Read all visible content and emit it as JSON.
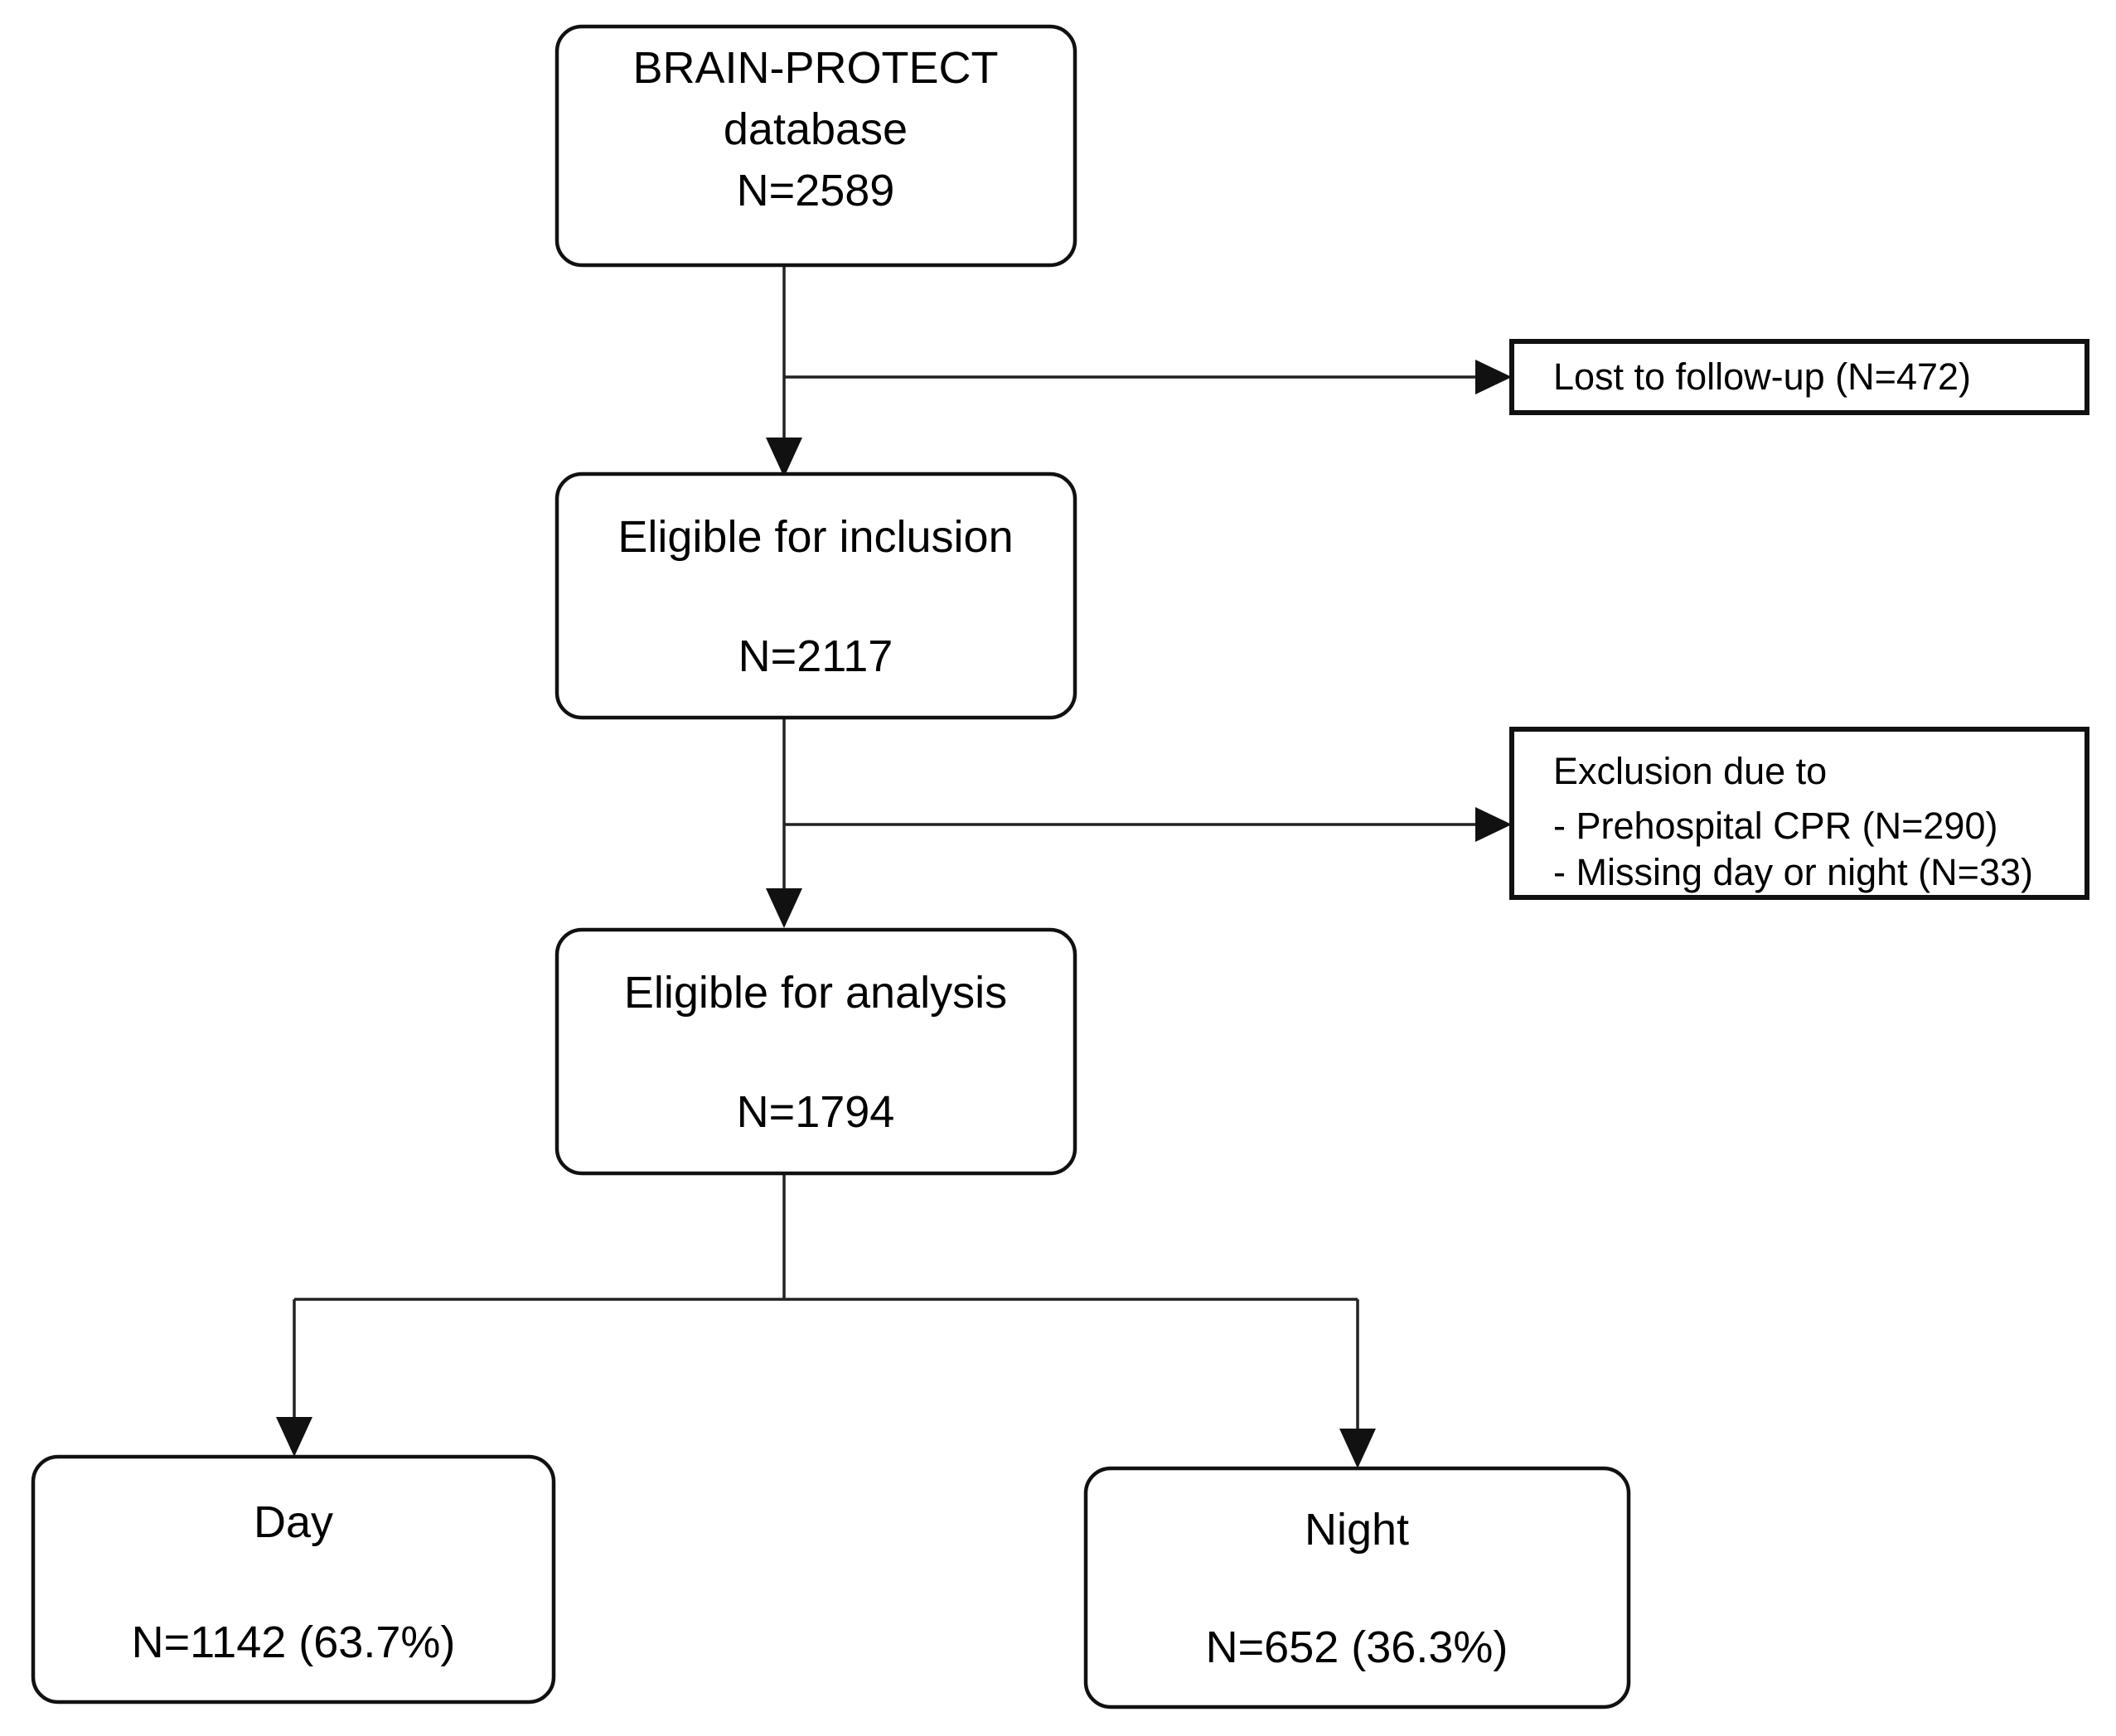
{
  "figure": {
    "kind": "study-flow-diagram",
    "background_color": "#ffffff",
    "line_color": "#222222",
    "text_color": "#000000",
    "box_border_color": "#111111"
  },
  "nodes": {
    "database": {
      "id": "database",
      "shape": "rounded-rectangle",
      "line1": "BRAIN-PROTECT",
      "line2": "database",
      "line3": "N=2589"
    },
    "eligible_inclusion": {
      "id": "eligible-for-inclusion",
      "shape": "rounded-rectangle",
      "line1": "Eligible for inclusion",
      "line2": "",
      "line3": "N=2117"
    },
    "eligible_analysis": {
      "id": "eligible-for-analysis",
      "shape": "rounded-rectangle",
      "line1": "Eligible for analysis",
      "line2": "",
      "line3": "N=1794"
    },
    "day": {
      "id": "day-group",
      "shape": "rounded-rectangle",
      "line1": "Day",
      "line2": "",
      "line3": "N=1142 (63.7%)"
    },
    "night": {
      "id": "night-group",
      "shape": "rounded-rectangle",
      "line1": "Night",
      "line2": "",
      "line3": "N=652 (36.3%)"
    }
  },
  "notes": {
    "lost_followup": {
      "id": "lost-to-follow-up",
      "shape": "rectangle",
      "lines": [
        "Lost to follow-up (N=472)"
      ]
    },
    "exclusions": {
      "id": "exclusions",
      "shape": "rectangle",
      "lines": [
        "Exclusion due to",
        "- Prehospital CPR (N=290)",
        "- Missing day or night (N=33)"
      ]
    }
  },
  "counts": {
    "database_n": 2589,
    "lost_to_followup_n": 472,
    "eligible_inclusion_n": 2117,
    "excluded_prehospital_cpr_n": 290,
    "excluded_missing_day_or_night_n": 33,
    "eligible_analysis_n": 1794,
    "day_n": 1142,
    "day_pct": 63.7,
    "night_n": 652,
    "night_pct": 36.3
  },
  "edges": [
    {
      "id": "database-to-eligible-inclusion",
      "from": "database",
      "to": "eligible_inclusion",
      "type": "vertical-arrow"
    },
    {
      "id": "database-to-lost-followup",
      "from": "database",
      "to": "lost_followup",
      "type": "horizontal-branch-arrow"
    },
    {
      "id": "eligible-inclusion-to-eligible-analysis",
      "from": "eligible_inclusion",
      "to": "eligible_analysis",
      "type": "vertical-arrow"
    },
    {
      "id": "eligible-inclusion-to-exclusions",
      "from": "eligible_inclusion",
      "to": "exclusions",
      "type": "horizontal-branch-arrow"
    },
    {
      "id": "eligible-analysis-to-day",
      "from": "eligible_analysis",
      "to": "day",
      "type": "split-arrow"
    },
    {
      "id": "eligible-analysis-to-night",
      "from": "eligible_analysis",
      "to": "night",
      "type": "split-arrow"
    }
  ]
}
